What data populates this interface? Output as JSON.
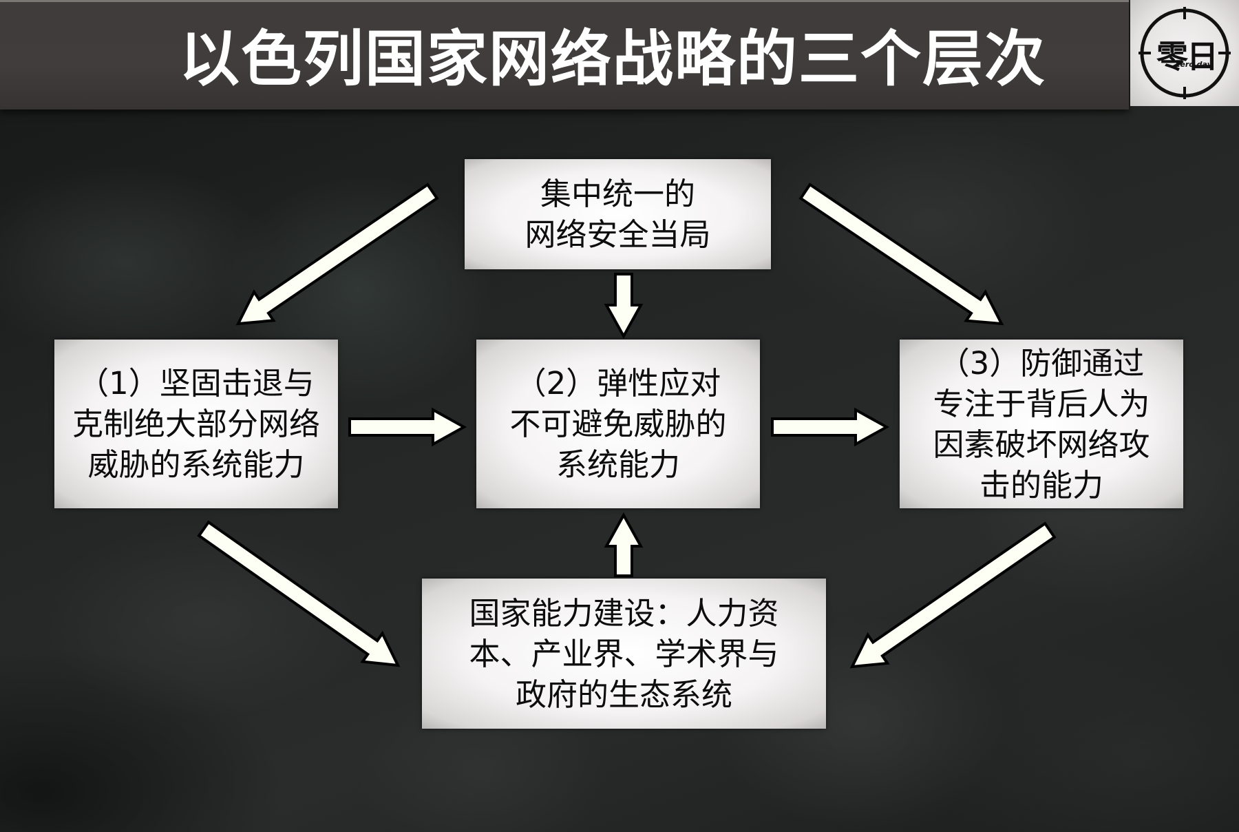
{
  "header": {
    "title": "以色列国家网络战略的三个层次",
    "logo": {
      "main": "零日",
      "sub": "zero day",
      "icon": "crosshair-icon"
    }
  },
  "nodes": {
    "top": "集中统一的\n网络安全当局",
    "left": "（1）坚固击退与\n克制绝大部分网络\n威胁的系统能力",
    "center": "（2）弹性应对\n不可避免威胁的\n系统能力",
    "right": "（3）防御通过\n专注于背后人为\n因素破坏网络攻\n击的能力",
    "bottom": "国家能力建设：人力资\n本、产业界、学术界与\n政府的生态系统"
  },
  "edges": [
    {
      "from": "top",
      "to": "left"
    },
    {
      "from": "top",
      "to": "center"
    },
    {
      "from": "top",
      "to": "right"
    },
    {
      "from": "left",
      "to": "center"
    },
    {
      "from": "center",
      "to": "right"
    },
    {
      "from": "bottom",
      "to": "center"
    },
    {
      "from": "left",
      "to": "bottom"
    },
    {
      "from": "right",
      "to": "bottom"
    }
  ],
  "colors": {
    "arrow_fill": "#fdfff5",
    "arrow_stroke": "#000000",
    "title_text": "#ffffff",
    "node_text": "#0d0d0d"
  }
}
